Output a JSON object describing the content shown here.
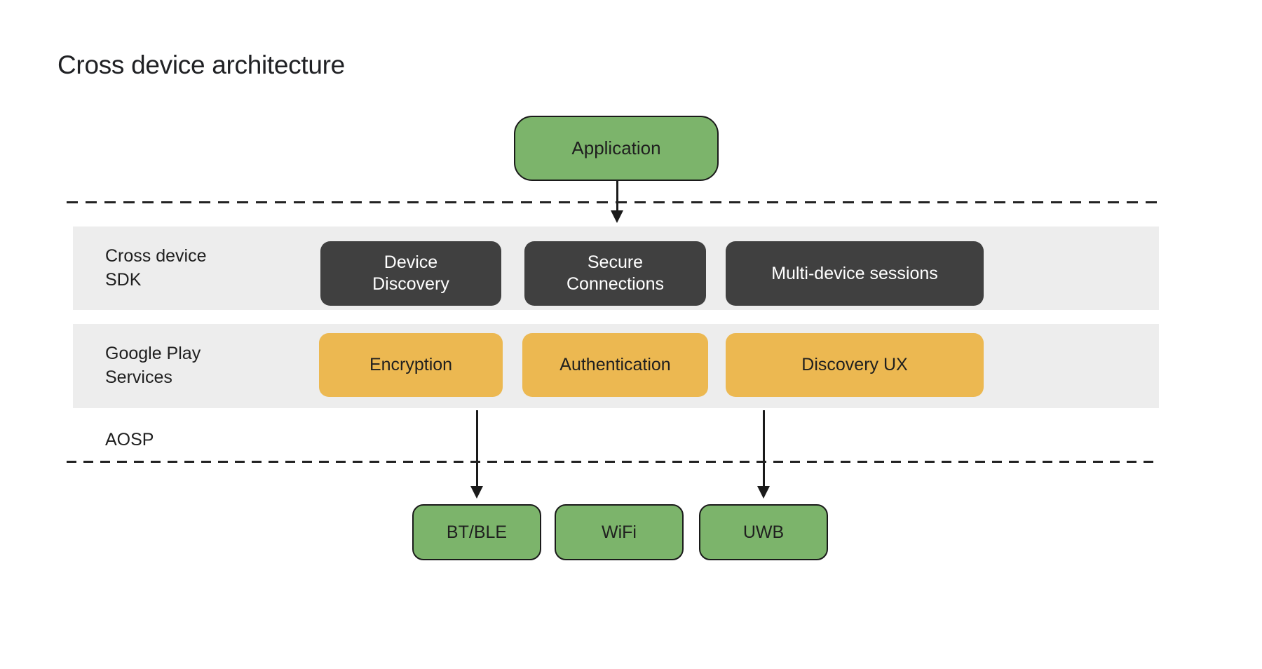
{
  "title": "Cross device architecture",
  "colors": {
    "green": "#7CB46B",
    "dark_gray_box": "#404040",
    "orange": "#ECB851",
    "band_gray": "#EDEDED",
    "text_dark": "#1f1f1f",
    "text_light": "#ffffff",
    "line_black": "#1a1a1a"
  },
  "application": {
    "label": "Application"
  },
  "layers": {
    "sdk": {
      "label": "Cross device\nSDK",
      "boxes": [
        {
          "label": "Device\nDiscovery"
        },
        {
          "label": "Secure\nConnections"
        },
        {
          "label": "Multi-device sessions"
        }
      ]
    },
    "gps": {
      "label": "Google Play\nServices",
      "boxes": [
        {
          "label": "Encryption"
        },
        {
          "label": "Authentication"
        },
        {
          "label": "Discovery UX"
        }
      ]
    },
    "aosp": {
      "label": "AOSP"
    }
  },
  "transports": [
    {
      "label": "BT/BLE"
    },
    {
      "label": "WiFi"
    },
    {
      "label": "UWB"
    }
  ]
}
